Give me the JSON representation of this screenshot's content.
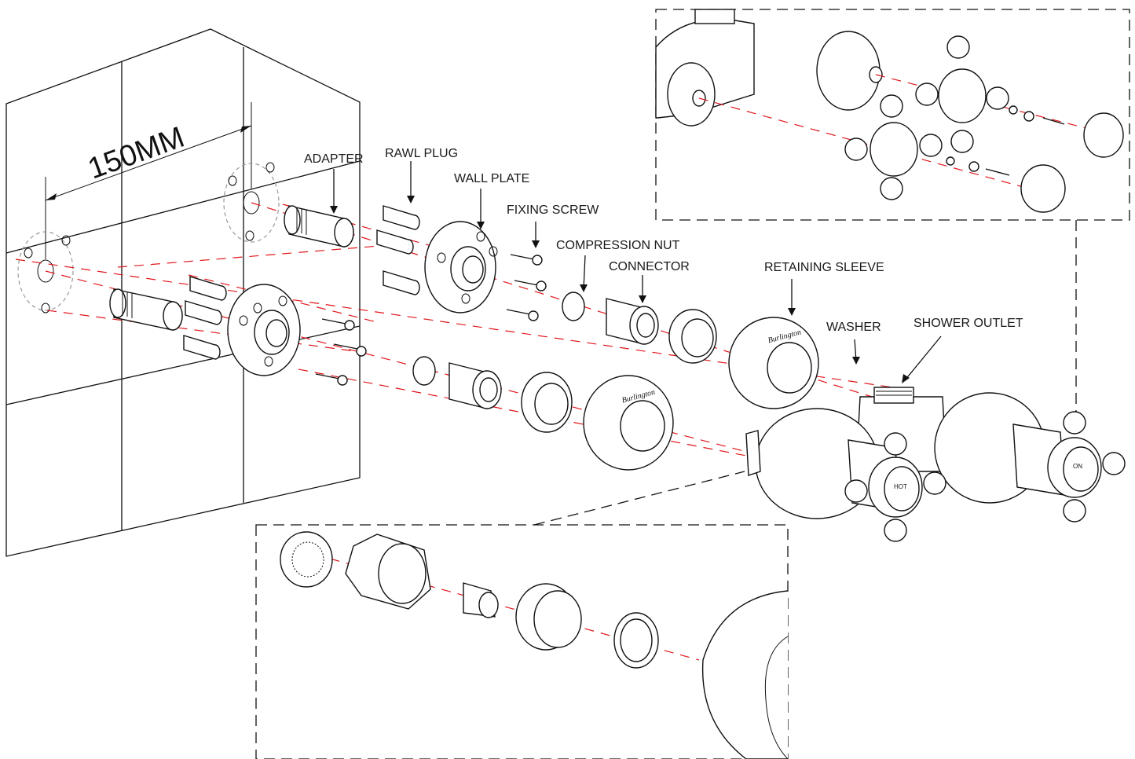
{
  "dimension": "150MM",
  "labels": {
    "adapter": "ADAPTER",
    "rawl_plug": "RAWL PLUG",
    "wall_plate": "WALL PLATE",
    "fixing_screw": "FIXING SCREW",
    "compression_nut": "COMPRESSION NUT",
    "connector": "CONNECTOR",
    "retaining_sleeve": "RETAINING SLEEVE",
    "washer": "WASHER",
    "shower_outlet": "SHOWER OUTLET"
  },
  "logo_text": "Burlington",
  "handle_markings": {
    "on": "ON",
    "hot": "HOT"
  },
  "colors": {
    "axis": "#e0161b",
    "line": "#111111"
  }
}
